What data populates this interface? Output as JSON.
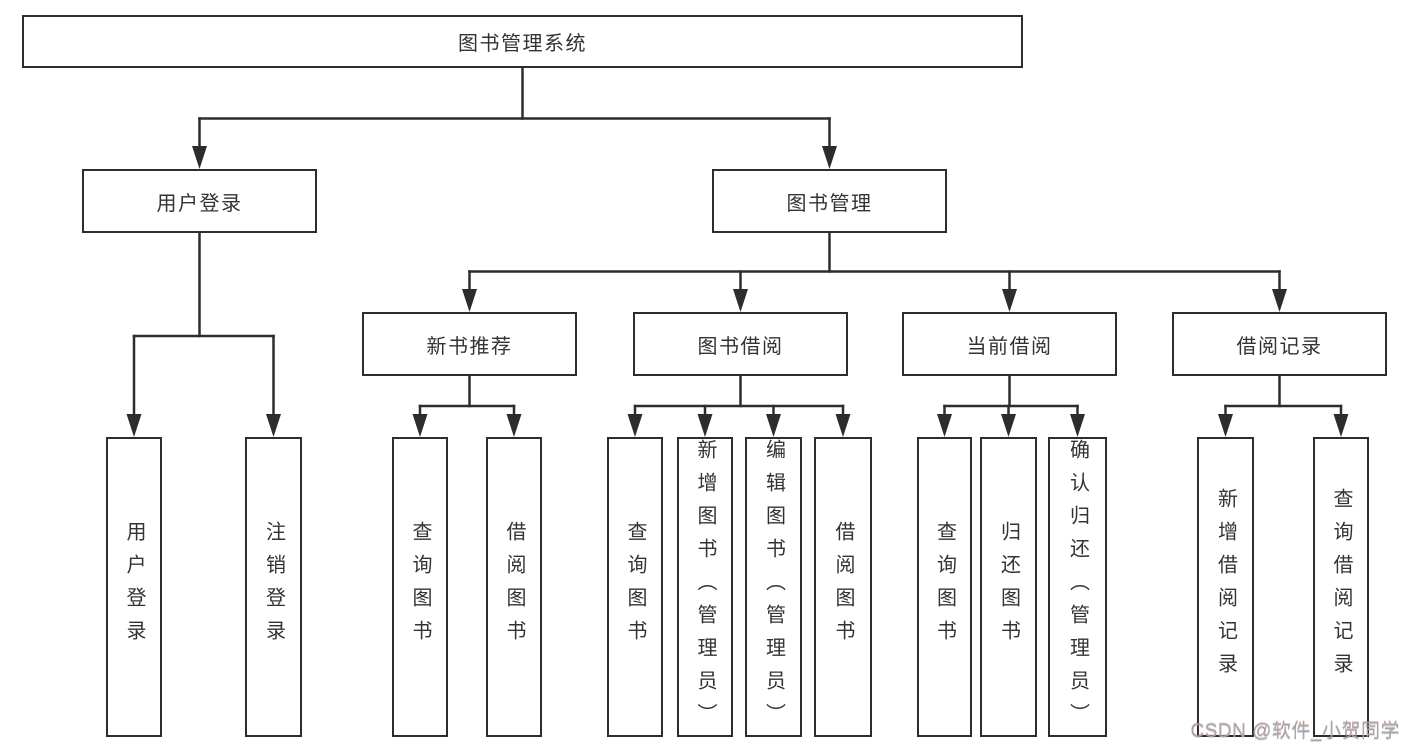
{
  "colors": {
    "line": "#2d2d2d",
    "box_border": "#2d2d2d",
    "box_fill": "#ffffff",
    "text": "#333333",
    "watermark": "#a6a6a6"
  },
  "watermark": {
    "text": "CSDN @软件_小贺同学"
  },
  "tree": {
    "label": "图书管理系统",
    "children": [
      {
        "label": "用户登录",
        "children": [
          {
            "label": "用户登录"
          },
          {
            "label": "注销登录"
          }
        ]
      },
      {
        "label": "图书管理",
        "children": [
          {
            "label": "新书推荐",
            "children": [
              {
                "label": "查询图书"
              },
              {
                "label": "借阅图书"
              }
            ]
          },
          {
            "label": "图书借阅",
            "children": [
              {
                "label": "查询图书"
              },
              {
                "label": "新增图书（管理员）"
              },
              {
                "label": "编辑图书（管理员）"
              },
              {
                "label": "借阅图书"
              }
            ]
          },
          {
            "label": "当前借阅",
            "children": [
              {
                "label": "查询图书"
              },
              {
                "label": "归还图书"
              },
              {
                "label": "确认归还（管理员）"
              }
            ]
          },
          {
            "label": "借阅记录",
            "children": [
              {
                "label": "新增借阅记录"
              },
              {
                "label": "查询借阅记录"
              }
            ]
          }
        ]
      }
    ]
  }
}
